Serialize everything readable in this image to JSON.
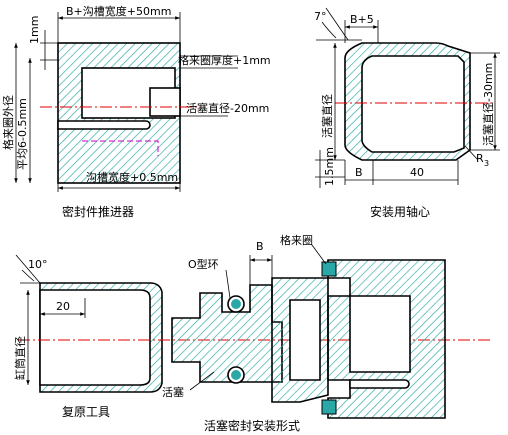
{
  "colors": {
    "outline": "#000000",
    "hatch": "#2aa8a8",
    "center_line": "#e00000",
    "hidden_line": "#cc00cc",
    "background": "#ffffff"
  },
  "diagram1": {
    "caption": "密封件推进器",
    "top_dim": "B+沟槽宽度+50mm",
    "left_top_dim": "1mm",
    "ring_thickness": "格来圈厚度+1mm",
    "piston_dia": "活塞直径-20mm",
    "outer_dia": "格来圈外径",
    "avg_dia": "平均6-0.5mm",
    "groove_width": "沟槽宽度+0.5mm"
  },
  "diagram2": {
    "caption": "安装用轴心",
    "angle": "7°",
    "b5": "B+5",
    "right_dia": "活塞直径-30mm",
    "left_dia": "活塞直径",
    "left_dim": "1.5mm",
    "b": "B",
    "length": "40",
    "radius": "R",
    "radius_sub": "3"
  },
  "diagram3": {
    "caption": "复原工具",
    "angle": "10°",
    "length": "20",
    "bore_dia": "缸筒直径"
  },
  "diagram4": {
    "caption": "活塞密封安装形式",
    "oring": "O型环",
    "b": "B",
    "glyd_ring": "格来圈",
    "piston": "活塞"
  }
}
